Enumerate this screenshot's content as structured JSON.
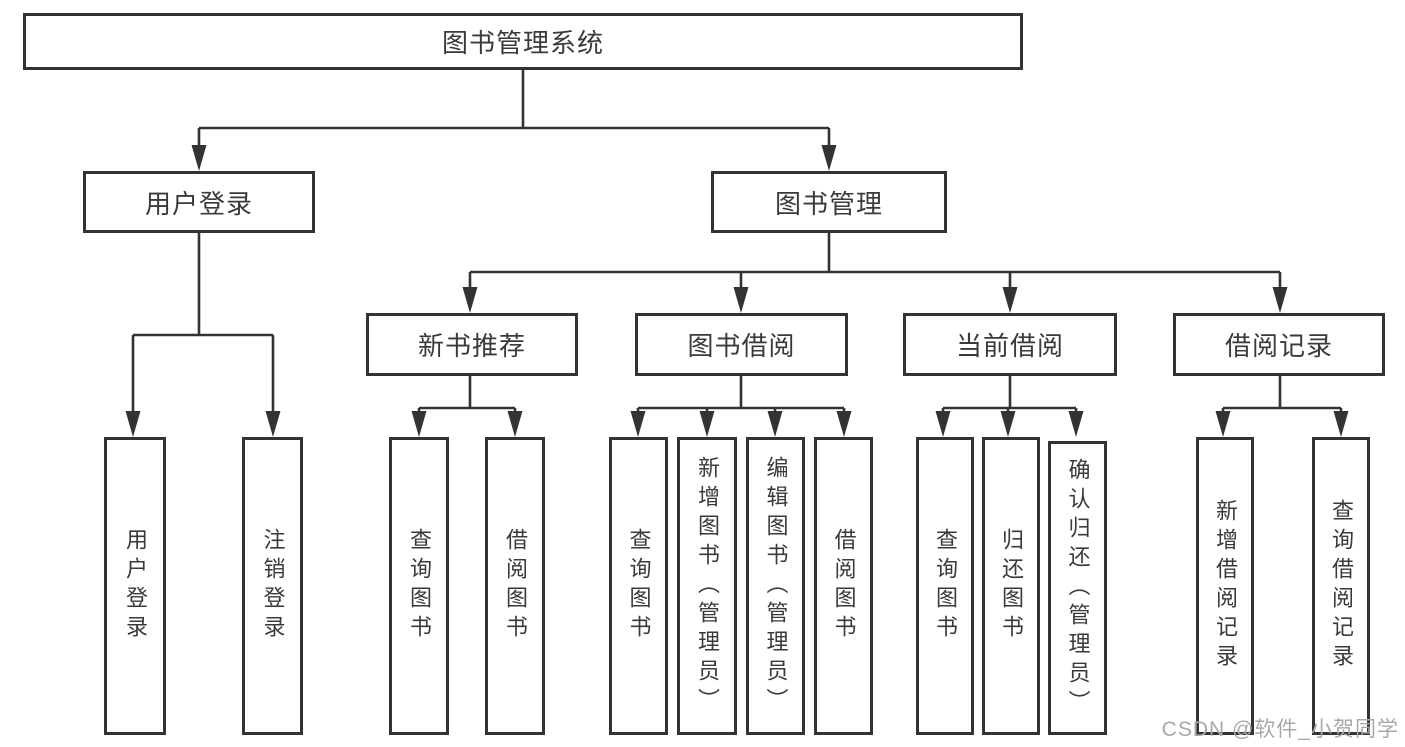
{
  "diagram": {
    "root": "图书管理系统",
    "level2": [
      "用户登录",
      "图书管理"
    ],
    "level3": [
      "新书推荐",
      "图书借阅",
      "当前借阅",
      "借阅记录"
    ],
    "leaves_user_login": [
      "用户登录",
      "注销登录"
    ],
    "leaves_new_books": [
      "查询图书",
      "借阅图书"
    ],
    "leaves_book_borrow": [
      "查询图书",
      "新增图书（管理员）",
      "编辑图书（管理员）",
      "借阅图书"
    ],
    "leaves_current_borrow": [
      "查询图书",
      "归还图书",
      "确认归还（管理员）"
    ],
    "leaves_borrow_records": [
      "新增借阅记录",
      "查询借阅记录"
    ]
  },
  "watermark": "CSDN @软件_小贺同学",
  "colors": {
    "line": "#333333",
    "text": "#3a3a3a",
    "watermark": "#a9a9a9",
    "background": "#ffffff"
  }
}
